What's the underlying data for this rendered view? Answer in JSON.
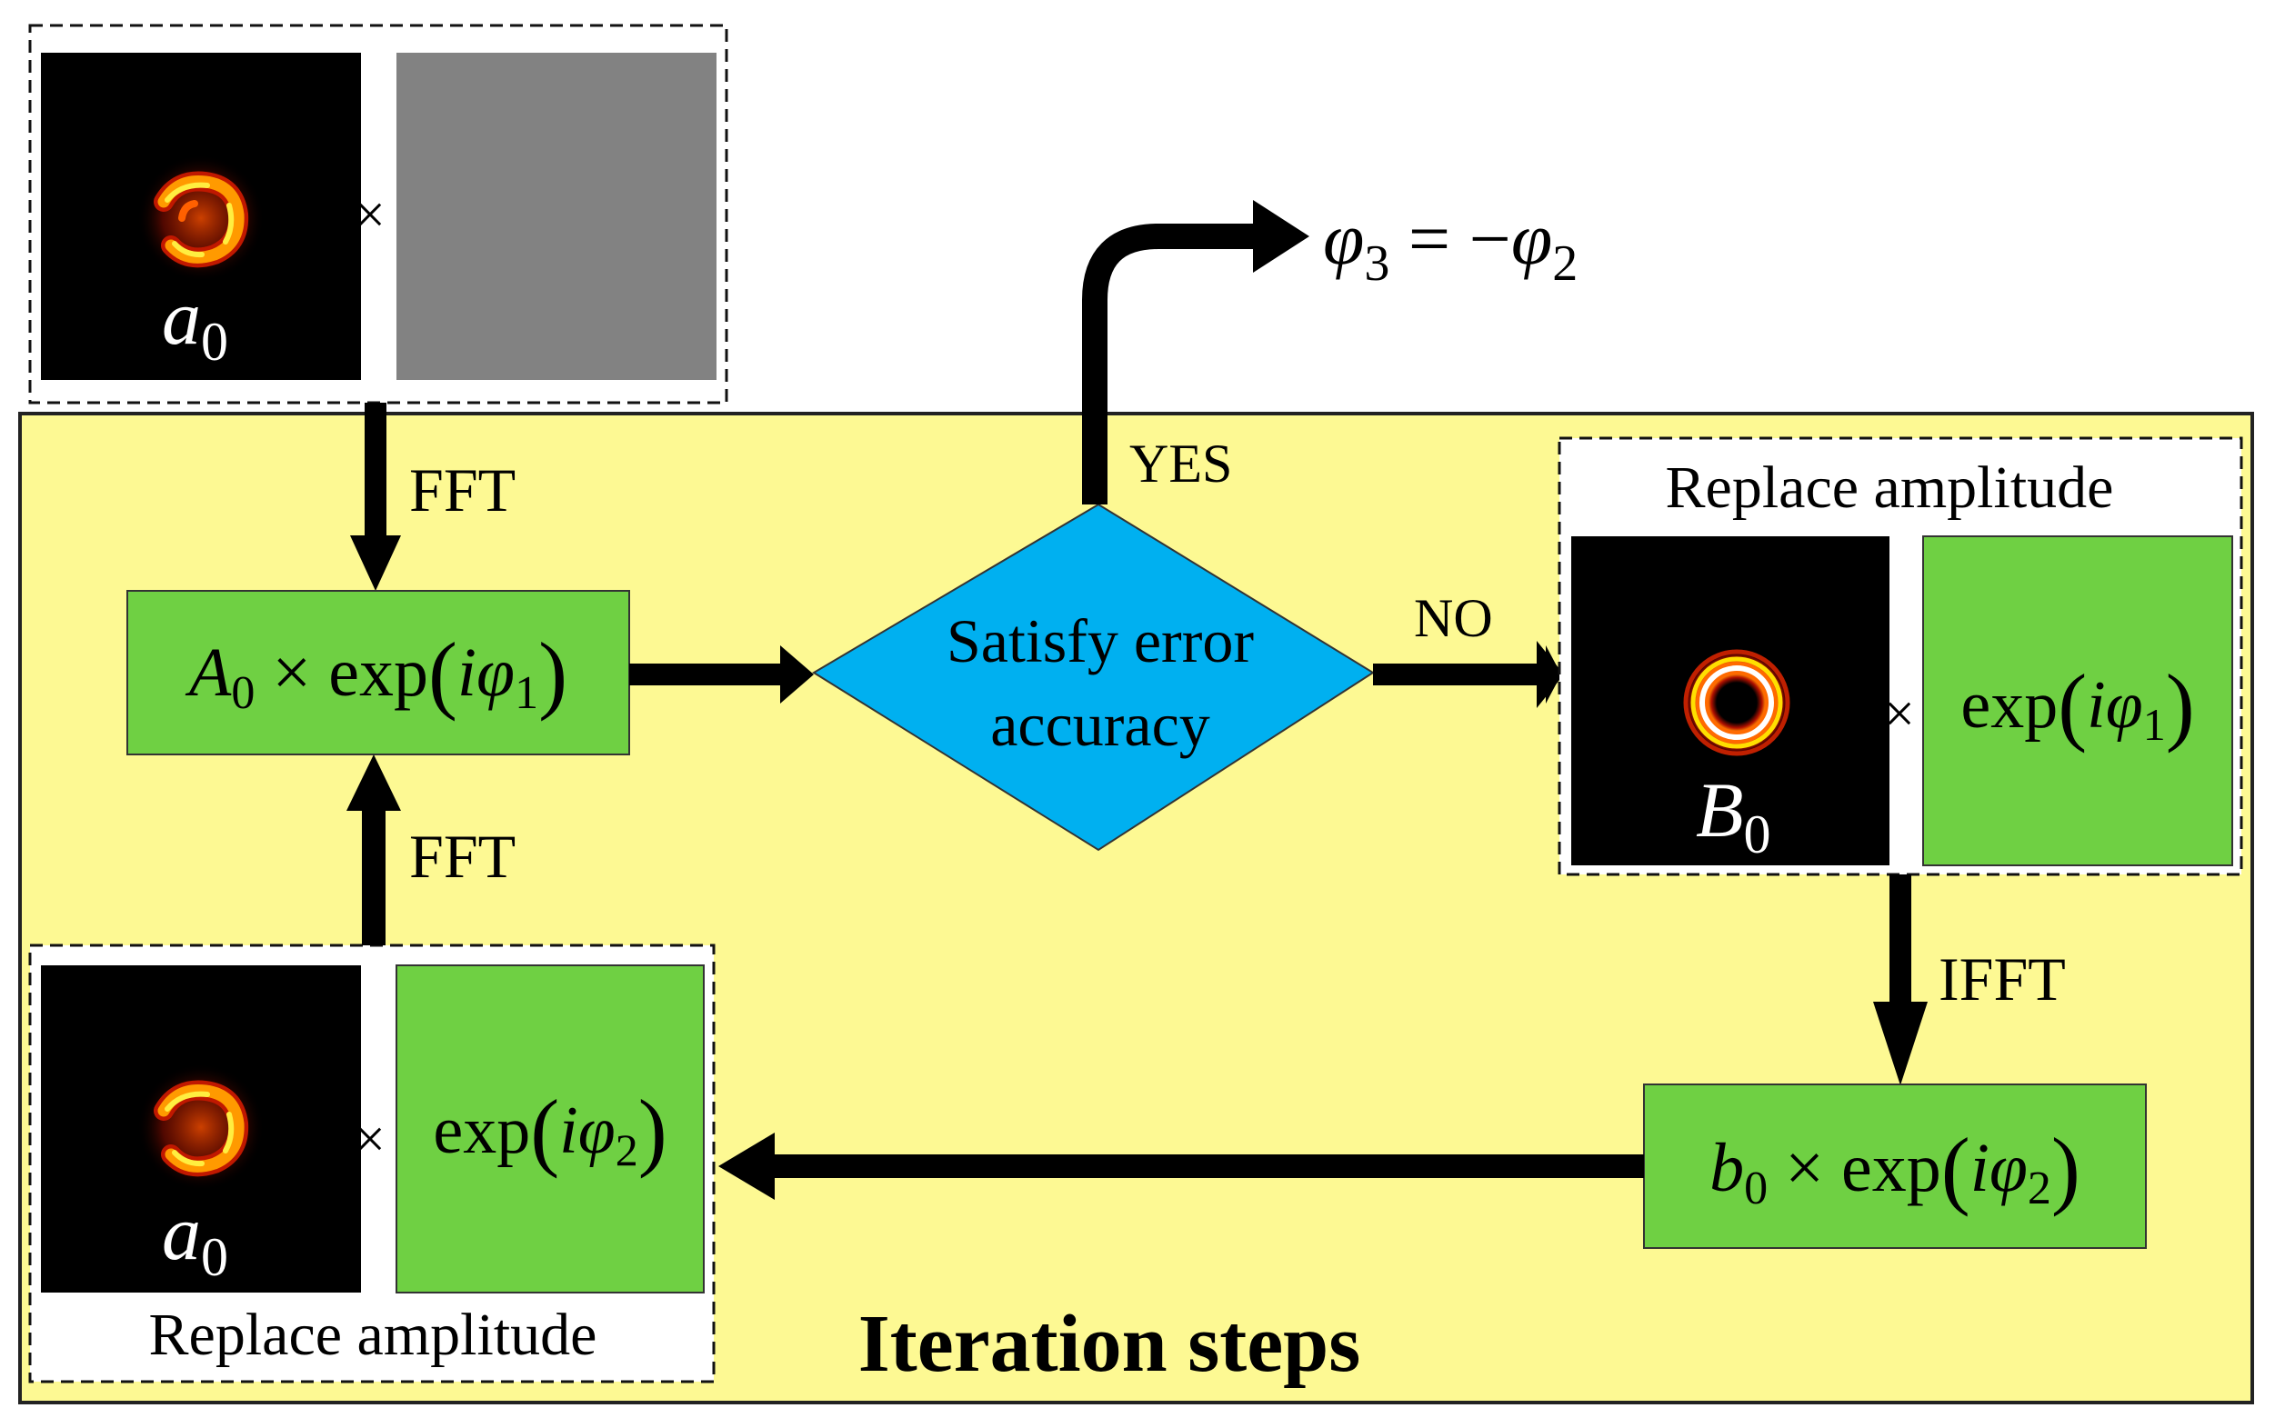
{
  "colors": {
    "iteration_bg": "#fdf993",
    "box_green": "#6fd043",
    "diamond_blue": "#00b0f0",
    "phase_gray": "#828282",
    "image_black": "#000000",
    "arrow": "#000000"
  },
  "iteration_title": "Iteration steps",
  "labels": {
    "fft_top": "FFT",
    "fft_bottom": "FFT",
    "ifft": "IFFT",
    "yes": "YES",
    "no": "NO",
    "times": "×"
  },
  "decision": {
    "line1": "Satisfy error",
    "line2": "accuracy"
  },
  "output": {
    "phi": "φ",
    "sub_left": "3",
    "equals": " = −",
    "sub_right": "2"
  },
  "top_group": {
    "image": {
      "var": "a",
      "sub": "0",
      "icon": "distorted-ring-beam-image"
    },
    "phase_icon": "uniform-gray-phase-icon"
  },
  "box_A": {
    "var": "A",
    "sub": "0",
    "times": " × exp",
    "lparen": "(",
    "i": "i",
    "phi": "φ",
    "phisub": "1",
    "rparen": ")"
  },
  "right_group": {
    "title": "Replace amplitude",
    "image": {
      "var": "B",
      "sub": "0",
      "icon": "ring-beam-image"
    },
    "phase": {
      "exp": "exp",
      "lparen": "(",
      "i": "i",
      "phi": "φ",
      "phisub": "1",
      "rparen": ")"
    }
  },
  "box_b": {
    "var": "b",
    "sub": "0",
    "times": " × exp",
    "lparen": "(",
    "i": "i",
    "phi": "φ",
    "phisub": "2",
    "rparen": ")"
  },
  "bottom_group": {
    "title": "Replace amplitude",
    "image": {
      "var": "a",
      "sub": "0",
      "icon": "distorted-ring-beam-image"
    },
    "phase": {
      "exp": "exp",
      "lparen": "(",
      "i": "i",
      "phi": "φ",
      "phisub": "2",
      "rparen": ")"
    }
  }
}
